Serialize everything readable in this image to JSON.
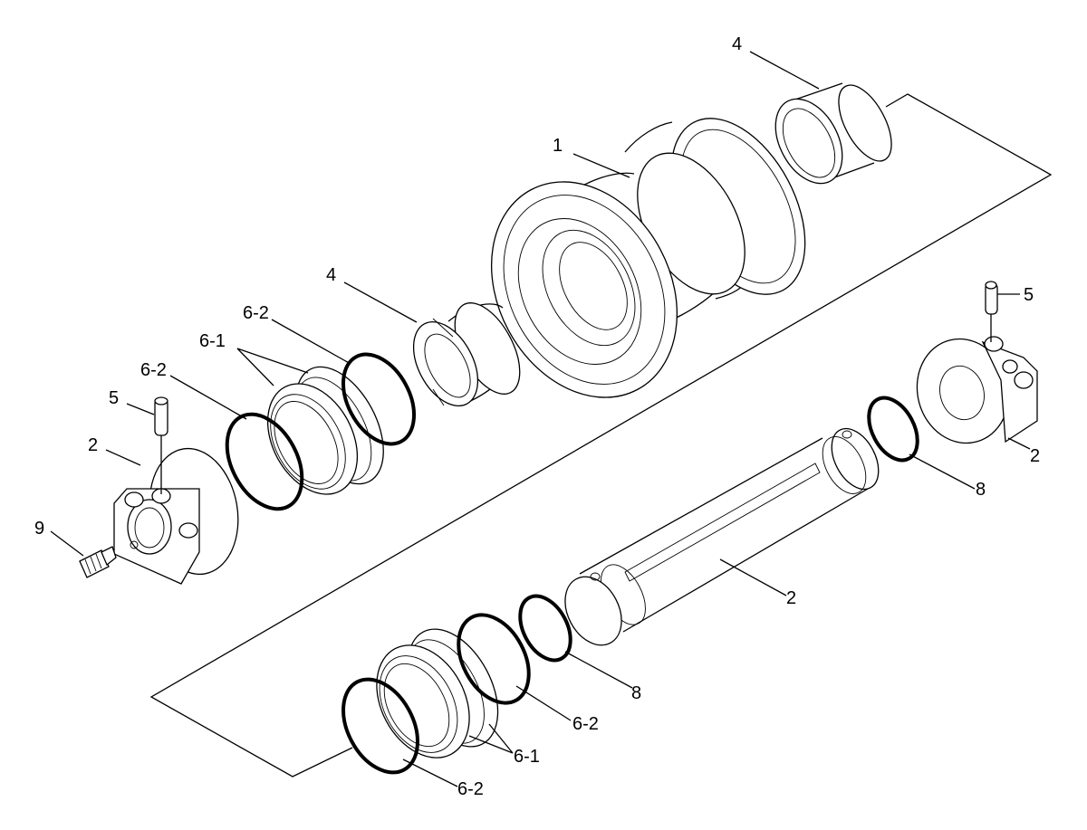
{
  "diagram": {
    "callouts": [
      {
        "id": "c-1",
        "label": "1"
      },
      {
        "id": "c-4-top",
        "label": "4"
      },
      {
        "id": "c-4-mid",
        "label": "4"
      },
      {
        "id": "c-5-right",
        "label": "5"
      },
      {
        "id": "c-5-left",
        "label": "5"
      },
      {
        "id": "c-2-left",
        "label": "2"
      },
      {
        "id": "c-2-right",
        "label": "2"
      },
      {
        "id": "c-2-shaft",
        "label": "2"
      },
      {
        "id": "c-6-2-upper-a",
        "label": "6-2"
      },
      {
        "id": "c-6-1-upper",
        "label": "6-1"
      },
      {
        "id": "c-6-2-upper-b",
        "label": "6-2"
      },
      {
        "id": "c-9",
        "label": "9"
      },
      {
        "id": "c-8-right",
        "label": "8"
      },
      {
        "id": "c-8-lower",
        "label": "8"
      },
      {
        "id": "c-6-2-lower-a",
        "label": "6-2"
      },
      {
        "id": "c-6-1-lower",
        "label": "6-1"
      },
      {
        "id": "c-6-2-lower-b",
        "label": "6-2"
      }
    ]
  }
}
